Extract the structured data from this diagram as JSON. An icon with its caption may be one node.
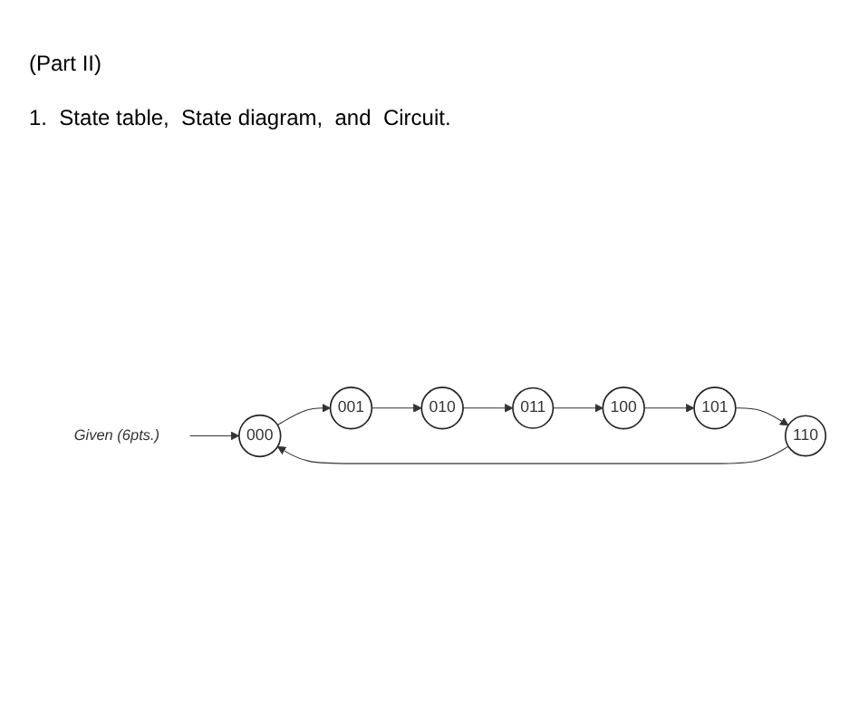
{
  "diagram": {
    "title": "(Part II)",
    "nodes": [
      {
        "text": [
          "Given (6pts.)"
        ]
      },
      {
        "text": [
          "000"
        ]
      },
      {
        "text": [
          "001"
        ]
      },
      {
        "text": [
          "010"
        ]
      },
      {
        "text": [
          "011"
        ]
      },
      {
        "text": [
          "100"
        ]
      },
      {
        "text": [
          "101"
        ]
      },
      {
        "text": [
          "110"
        ]
      }
    ],
    "edges": [
      {
        "from": 0,
        "to": 1,
        "arrow": "to"
      },
      {
        "from": 1,
        "to": 2,
        "arrow": "to"
      },
      {
        "from": 2,
        "to": 3,
        "arrow": "to"
      },
      {
        "from": 3,
        "to": 4,
        "arrow": "to"
      },
      {
        "from": 4,
        "to": 5,
        "arrow": "to"
      },
      {
        "from": 5,
        "to": 6,
        "arrow": "to"
      },
      {
        "from": 6,
        "to": 7,
        "arrow": "to"
      },
      {
        "from": 7,
        "to": 1,
        "arrow": "to"
      }
    ],
    "labels": [
      "1.  State table,  State diagram,  and  Circuit."
    ]
  }
}
